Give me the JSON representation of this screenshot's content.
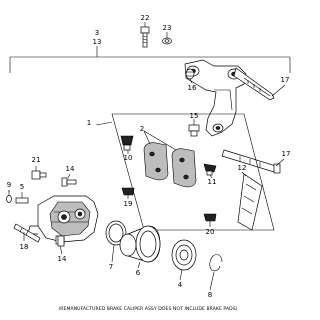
{
  "callouts": {
    "p22": "22",
    "p23": "23",
    "p3": "3",
    "p13": "13",
    "p17a": "17",
    "p16": "16",
    "p1": "1",
    "p15": "15",
    "p17b": "17",
    "p2": "2",
    "p10": "10",
    "p11": "11",
    "p12": "12",
    "p19": "19",
    "p20": "20",
    "p21": "21",
    "p14a": "14",
    "p9": "9",
    "p5": "5",
    "p18": "18",
    "p14b": "14",
    "p7": "7",
    "p6": "6",
    "p4": "4",
    "p8": "8"
  },
  "footnote": "(REMANUFACTURED BRAKE CALIPER ASSY DOES NOT INCLUDE BRAKE PADS)"
}
